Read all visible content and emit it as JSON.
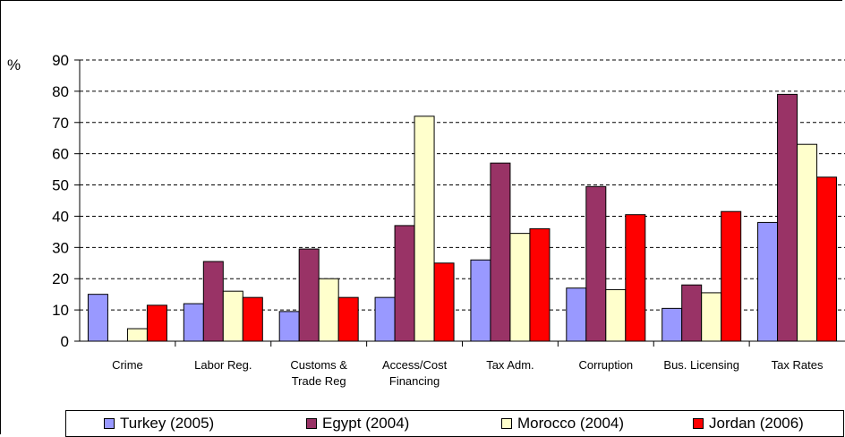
{
  "chart_data": {
    "type": "bar",
    "unit_label": "%",
    "categories": [
      [
        "Crime"
      ],
      [
        "Labor Reg."
      ],
      [
        "Customs &",
        "Trade Reg"
      ],
      [
        "Access/Cost",
        "Financing"
      ],
      [
        "Tax Adm."
      ],
      [
        "Corruption"
      ],
      [
        "Bus. Licensing"
      ],
      [
        "Tax Rates"
      ]
    ],
    "series": [
      {
        "name": "Turkey (2005)",
        "color": "#9999ff",
        "values": [
          15,
          12,
          9.5,
          14,
          26,
          17,
          10.5,
          38
        ]
      },
      {
        "name": "Egypt (2004)",
        "color": "#993366",
        "values": [
          0,
          25.5,
          29.5,
          37,
          57,
          49.5,
          18,
          79
        ]
      },
      {
        "name": "Morocco (2004)",
        "color": "#ffffcc",
        "values": [
          4,
          16,
          20,
          72,
          34.5,
          16.5,
          15.5,
          63
        ]
      },
      {
        "name": "Jordan (2006)",
        "color": "#ff0000",
        "values": [
          11.5,
          14,
          14,
          25,
          36,
          40.5,
          41.5,
          52.5
        ]
      }
    ],
    "ylim": [
      0,
      90
    ],
    "yticks": [
      0,
      10,
      20,
      30,
      40,
      50,
      60,
      70,
      80,
      90
    ],
    "grid": true,
    "legend_position": "bottom"
  }
}
